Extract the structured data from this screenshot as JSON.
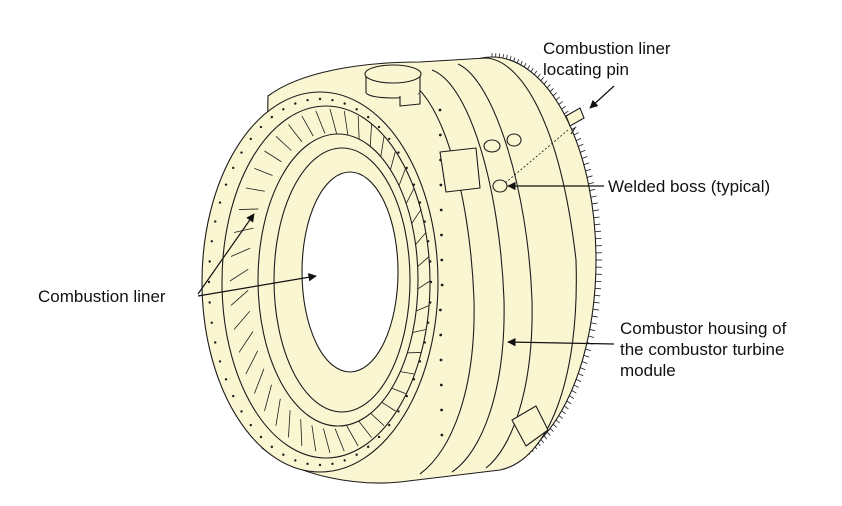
{
  "colors": {
    "background": "#ffffff",
    "housing_fill": "#fbf6d2",
    "line": "#1c1c1c",
    "text": "#111111"
  },
  "callouts": {
    "locating_pin": [
      "Combustion liner",
      "locating pin"
    ],
    "welded_boss": [
      "Welded boss (typical)"
    ],
    "combustion_liner": [
      "Combustion liner"
    ],
    "combustor_housing": [
      "Combustor housing of",
      "the combustor turbine",
      "module"
    ]
  }
}
